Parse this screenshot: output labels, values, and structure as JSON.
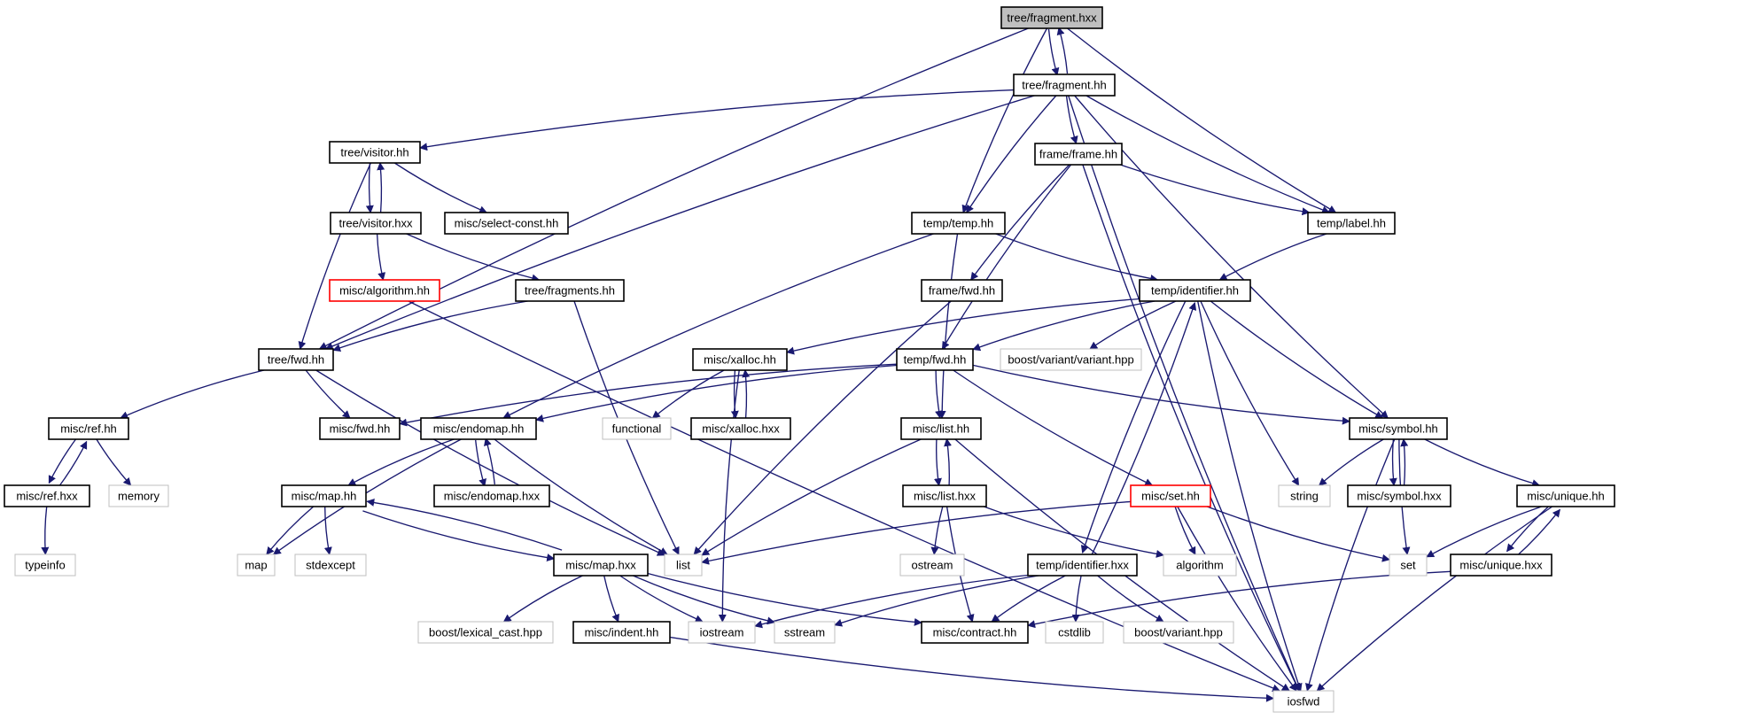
{
  "colors": {
    "edge": "#191970",
    "root_fill": "#bfbfbf",
    "box_border": "#000000",
    "external_border": "#bfbfbf",
    "truncated_border": "#ff0000",
    "background": "#ffffff"
  },
  "nodes": [
    {
      "id": "fragment_hxx",
      "label": "tree/fragment.hxx",
      "kind": "root"
    },
    {
      "id": "fragment_hh",
      "label": "tree/fragment.hh",
      "kind": "file"
    },
    {
      "id": "visitor_hh",
      "label": "tree/visitor.hh",
      "kind": "file"
    },
    {
      "id": "frame_hh",
      "label": "frame/frame.hh",
      "kind": "file"
    },
    {
      "id": "visitor_hxx",
      "label": "tree/visitor.hxx",
      "kind": "file"
    },
    {
      "id": "select_const",
      "label": "misc/select-const.hh",
      "kind": "file"
    },
    {
      "id": "temp_hh",
      "label": "temp/temp.hh",
      "kind": "file"
    },
    {
      "id": "label_hh",
      "label": "temp/label.hh",
      "kind": "file"
    },
    {
      "id": "algorithm_hh",
      "label": "misc/algorithm.hh",
      "kind": "truncated"
    },
    {
      "id": "fragments_hh",
      "label": "tree/fragments.hh",
      "kind": "file"
    },
    {
      "id": "frame_fwd",
      "label": "frame/fwd.hh",
      "kind": "file"
    },
    {
      "id": "identifier_hh",
      "label": "temp/identifier.hh",
      "kind": "file"
    },
    {
      "id": "tree_fwd",
      "label": "tree/fwd.hh",
      "kind": "file"
    },
    {
      "id": "xalloc_hh",
      "label": "misc/xalloc.hh",
      "kind": "file"
    },
    {
      "id": "temp_fwd",
      "label": "temp/fwd.hh",
      "kind": "file"
    },
    {
      "id": "boost_variant_variant",
      "label": "boost/variant/variant.hpp",
      "kind": "external"
    },
    {
      "id": "ref_hh",
      "label": "misc/ref.hh",
      "kind": "file"
    },
    {
      "id": "misc_fwd",
      "label": "misc/fwd.hh",
      "kind": "file"
    },
    {
      "id": "endomap_hh",
      "label": "misc/endomap.hh",
      "kind": "file"
    },
    {
      "id": "functional",
      "label": "functional",
      "kind": "external"
    },
    {
      "id": "xalloc_hxx",
      "label": "misc/xalloc.hxx",
      "kind": "file"
    },
    {
      "id": "list_hh",
      "label": "misc/list.hh",
      "kind": "file"
    },
    {
      "id": "symbol_hh",
      "label": "misc/symbol.hh",
      "kind": "file"
    },
    {
      "id": "ref_hxx",
      "label": "misc/ref.hxx",
      "kind": "file"
    },
    {
      "id": "memory",
      "label": "memory",
      "kind": "external"
    },
    {
      "id": "map_hh",
      "label": "misc/map.hh",
      "kind": "file"
    },
    {
      "id": "endomap_hxx",
      "label": "misc/endomap.hxx",
      "kind": "file"
    },
    {
      "id": "list_hxx",
      "label": "misc/list.hxx",
      "kind": "file"
    },
    {
      "id": "set_hh",
      "label": "misc/set.hh",
      "kind": "truncated"
    },
    {
      "id": "string",
      "label": "string",
      "kind": "external"
    },
    {
      "id": "symbol_hxx",
      "label": "misc/symbol.hxx",
      "kind": "file"
    },
    {
      "id": "unique_hh",
      "label": "misc/unique.hh",
      "kind": "file"
    },
    {
      "id": "typeinfo",
      "label": "typeinfo",
      "kind": "external"
    },
    {
      "id": "map",
      "label": "map",
      "kind": "external"
    },
    {
      "id": "stdexcept",
      "label": "stdexcept",
      "kind": "external"
    },
    {
      "id": "map_hxx",
      "label": "misc/map.hxx",
      "kind": "file"
    },
    {
      "id": "list",
      "label": "list",
      "kind": "external"
    },
    {
      "id": "ostream",
      "label": "ostream",
      "kind": "external"
    },
    {
      "id": "identifier_hxx",
      "label": "temp/identifier.hxx",
      "kind": "file"
    },
    {
      "id": "algorithm",
      "label": "algorithm",
      "kind": "external"
    },
    {
      "id": "set",
      "label": "set",
      "kind": "external"
    },
    {
      "id": "unique_hxx",
      "label": "misc/unique.hxx",
      "kind": "file"
    },
    {
      "id": "boost_lexical_cast",
      "label": "boost/lexical_cast.hpp",
      "kind": "external"
    },
    {
      "id": "indent_hh",
      "label": "misc/indent.hh",
      "kind": "file"
    },
    {
      "id": "iostream",
      "label": "iostream",
      "kind": "external"
    },
    {
      "id": "sstream",
      "label": "sstream",
      "kind": "external"
    },
    {
      "id": "contract_hh",
      "label": "misc/contract.hh",
      "kind": "file"
    },
    {
      "id": "cstdlib",
      "label": "cstdlib",
      "kind": "external"
    },
    {
      "id": "boost_variant",
      "label": "boost/variant.hpp",
      "kind": "external"
    },
    {
      "id": "iosfwd",
      "label": "iosfwd",
      "kind": "external"
    }
  ],
  "edges": [
    [
      "fragment_hxx",
      "fragment_hh"
    ],
    [
      "fragment_hxx",
      "tree_fwd"
    ],
    [
      "fragment_hxx",
      "temp_hh"
    ],
    [
      "fragment_hxx",
      "label_hh"
    ],
    [
      "fragment_hh",
      "fragment_hxx"
    ],
    [
      "fragment_hh",
      "visitor_hh"
    ],
    [
      "fragment_hh",
      "frame_hh"
    ],
    [
      "fragment_hh",
      "temp_hh"
    ],
    [
      "fragment_hh",
      "label_hh"
    ],
    [
      "fragment_hh",
      "tree_fwd"
    ],
    [
      "fragment_hh",
      "symbol_hh"
    ],
    [
      "fragment_hh",
      "iosfwd"
    ],
    [
      "visitor_hh",
      "visitor_hxx"
    ],
    [
      "visitor_hh",
      "select_const"
    ],
    [
      "visitor_hh",
      "tree_fwd"
    ],
    [
      "visitor_hxx",
      "visitor_hh"
    ],
    [
      "visitor_hxx",
      "algorithm_hh"
    ],
    [
      "visitor_hxx",
      "fragments_hh"
    ],
    [
      "frame_hh",
      "label_hh"
    ],
    [
      "frame_hh",
      "frame_fwd"
    ],
    [
      "frame_hh",
      "temp_fwd"
    ],
    [
      "frame_hh",
      "iosfwd"
    ],
    [
      "temp_hh",
      "identifier_hh"
    ],
    [
      "temp_hh",
      "endomap_hh"
    ],
    [
      "temp_hh",
      "list_hh"
    ],
    [
      "label_hh",
      "identifier_hh"
    ],
    [
      "algorithm_hh",
      "iosfwd"
    ],
    [
      "fragments_hh",
      "tree_fwd"
    ],
    [
      "fragments_hh",
      "list"
    ],
    [
      "frame_fwd",
      "list"
    ],
    [
      "identifier_hh",
      "xalloc_hh"
    ],
    [
      "identifier_hh",
      "temp_fwd"
    ],
    [
      "identifier_hh",
      "boost_variant_variant"
    ],
    [
      "identifier_hh",
      "symbol_hh"
    ],
    [
      "identifier_hh",
      "string"
    ],
    [
      "identifier_hh",
      "identifier_hxx"
    ],
    [
      "identifier_hh",
      "iosfwd"
    ],
    [
      "tree_fwd",
      "ref_hh"
    ],
    [
      "tree_fwd",
      "misc_fwd"
    ],
    [
      "tree_fwd",
      "list"
    ],
    [
      "xalloc_hh",
      "functional"
    ],
    [
      "xalloc_hh",
      "xalloc_hxx"
    ],
    [
      "xalloc_hh",
      "iostream"
    ],
    [
      "xalloc_hxx",
      "xalloc_hh"
    ],
    [
      "temp_fwd",
      "misc_fwd"
    ],
    [
      "temp_fwd",
      "endomap_hh"
    ],
    [
      "temp_fwd",
      "list_hh"
    ],
    [
      "temp_fwd",
      "symbol_hh"
    ],
    [
      "temp_fwd",
      "set_hh"
    ],
    [
      "ref_hh",
      "ref_hxx"
    ],
    [
      "ref_hh",
      "memory"
    ],
    [
      "ref_hxx",
      "ref_hh"
    ],
    [
      "ref_hxx",
      "typeinfo"
    ],
    [
      "endomap_hh",
      "endomap_hxx"
    ],
    [
      "endomap_hh",
      "map_hh"
    ],
    [
      "endomap_hh",
      "map"
    ],
    [
      "endomap_hh",
      "list"
    ],
    [
      "endomap_hxx",
      "endomap_hh"
    ],
    [
      "list_hh",
      "list_hxx"
    ],
    [
      "list_hh",
      "list"
    ],
    [
      "list_hh",
      "iosfwd"
    ],
    [
      "list_hxx",
      "list_hh"
    ],
    [
      "list_hxx",
      "ostream"
    ],
    [
      "list_hxx",
      "algorithm"
    ],
    [
      "list_hxx",
      "contract_hh"
    ],
    [
      "symbol_hh",
      "string"
    ],
    [
      "symbol_hh",
      "symbol_hxx"
    ],
    [
      "symbol_hh",
      "unique_hh"
    ],
    [
      "symbol_hh",
      "set"
    ],
    [
      "symbol_hh",
      "iosfwd"
    ],
    [
      "symbol_hxx",
      "symbol_hh"
    ],
    [
      "unique_hh",
      "unique_hxx"
    ],
    [
      "unique_hh",
      "set"
    ],
    [
      "unique_hh",
      "iosfwd"
    ],
    [
      "unique_hxx",
      "unique_hh"
    ],
    [
      "unique_hxx",
      "contract_hh"
    ],
    [
      "map_hh",
      "map"
    ],
    [
      "map_hh",
      "stdexcept"
    ],
    [
      "map_hh",
      "map_hxx"
    ],
    [
      "map_hxx",
      "map_hh"
    ],
    [
      "map_hxx",
      "boost_lexical_cast"
    ],
    [
      "map_hxx",
      "indent_hh"
    ],
    [
      "map_hxx",
      "iostream"
    ],
    [
      "map_hxx",
      "sstream"
    ],
    [
      "map_hxx",
      "contract_hh"
    ],
    [
      "set_hh",
      "list"
    ],
    [
      "set_hh",
      "algorithm"
    ],
    [
      "set_hh",
      "set"
    ],
    [
      "set_hh",
      "iosfwd"
    ],
    [
      "identifier_hxx",
      "identifier_hh"
    ],
    [
      "identifier_hxx",
      "iostream"
    ],
    [
      "identifier_hxx",
      "sstream"
    ],
    [
      "identifier_hxx",
      "contract_hh"
    ],
    [
      "identifier_hxx",
      "cstdlib"
    ],
    [
      "identifier_hxx",
      "boost_variant"
    ],
    [
      "indent_hh",
      "iosfwd"
    ]
  ]
}
